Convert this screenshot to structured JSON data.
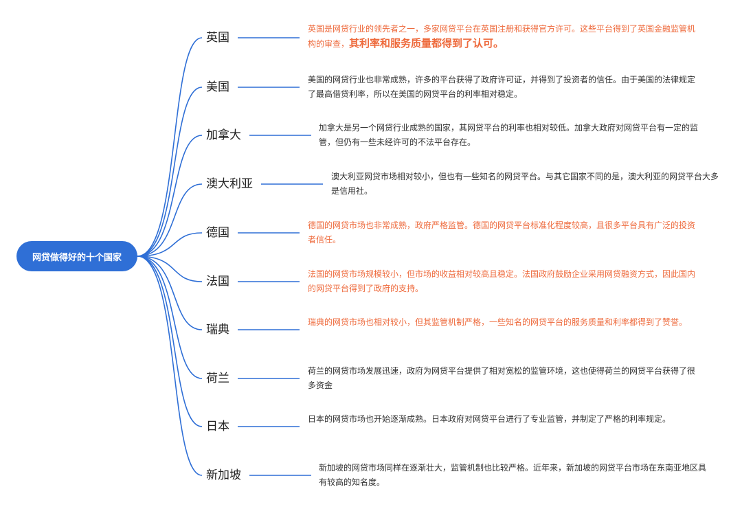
{
  "root": {
    "label": "网贷做得好的十个国家"
  },
  "colors": {
    "root_fill": "#2f6fd6",
    "connector": "#2f6fd6",
    "highlight_text": "#ee6a3c",
    "normal_text": "#333333"
  },
  "branches": [
    {
      "label": "英国",
      "description": "英国是网贷行业的领先者之一，多家网贷平台在英国注册和获得官方许可。这些平台得到了英国金融监管机构的审查，",
      "description_strong": "其利率和服务质量都得到了认可。",
      "highlighted": true
    },
    {
      "label": "美国",
      "description": "美国的网贷行业也非常成熟，许多的平台获得了政府许可证，并得到了投资者的信任。由于美国的法律规定了最高借贷利率，所以在美国的网贷平台的利率相对稳定。",
      "highlighted": false
    },
    {
      "label": "加拿大",
      "description": "加拿大是另一个网贷行业成熟的国家，其网贷平台的利率也相对较低。加拿大政府对网贷平台有一定的监管，但仍有一些未经许可的不法平台存在。",
      "highlighted": false
    },
    {
      "label": "澳大利亚",
      "description": "澳大利亚网贷市场相对较小，但也有一些知名的网贷平台。与其它国家不同的是，澳大利亚的网贷平台大多是信用社。",
      "highlighted": false
    },
    {
      "label": "德国",
      "description": "德国的网贷市场也非常成熟，政府严格监管。德国的网贷平台标准化程度较高，且很多平台具有广泛的投资者信任。",
      "highlighted": true
    },
    {
      "label": "法国",
      "description": "法国的网贷市场规模较小，但市场的收益相对较高且稳定。法国政府鼓励企业采用网贷融资方式，因此国内的网贷平台得到了政府的支持。",
      "highlighted": true
    },
    {
      "label": "瑞典",
      "description": "瑞典的网贷市场也相对较小，但其监管机制严格，一些知名的网贷平台的服务质量和利率都得到了赞誉。",
      "highlighted": true
    },
    {
      "label": "荷兰",
      "description": "荷兰的网贷市场发展迅速，政府为网贷平台提供了相对宽松的监管环境，这也使得荷兰的网贷平台获得了很多资金",
      "highlighted": false
    },
    {
      "label": "日本",
      "description": "日本的网贷市场也开始逐渐成熟。日本政府对网贷平台进行了专业监管，并制定了严格的利率规定。",
      "highlighted": false
    },
    {
      "label": "新加坡",
      "description": "新加坡的网贷市场同样在逐渐壮大，监管机制也比较严格。近年来，新加坡的网贷平台市场在东南亚地区具有较高的知名度。",
      "highlighted": false
    }
  ]
}
